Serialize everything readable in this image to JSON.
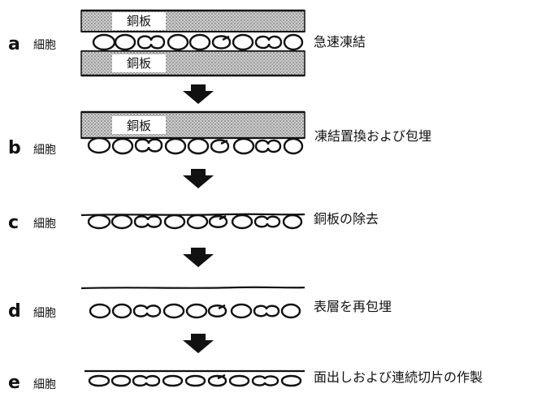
{
  "cell_label": "細胞",
  "plate_label": "銅板",
  "steps": [
    {
      "letter": "a",
      "description": "急速凍結",
      "plates": [
        "top",
        "bottom"
      ]
    },
    {
      "letter": "b",
      "description": "凍結置換および包埋",
      "plates": [
        "top"
      ]
    },
    {
      "letter": "c",
      "description": "銅板の除去",
      "plates": []
    },
    {
      "letter": "d",
      "description": "表層を再包埋",
      "plates": []
    },
    {
      "letter": "e",
      "description": "面出しおよび連続切片の作製",
      "plates": []
    }
  ],
  "colors": {
    "ink": "#111111",
    "plate_fill": "#bdbdbd",
    "background": "#ffffff"
  },
  "icons": {
    "step_arrow": "down-arrow-icon",
    "cell": "cell-outline-icon"
  }
}
